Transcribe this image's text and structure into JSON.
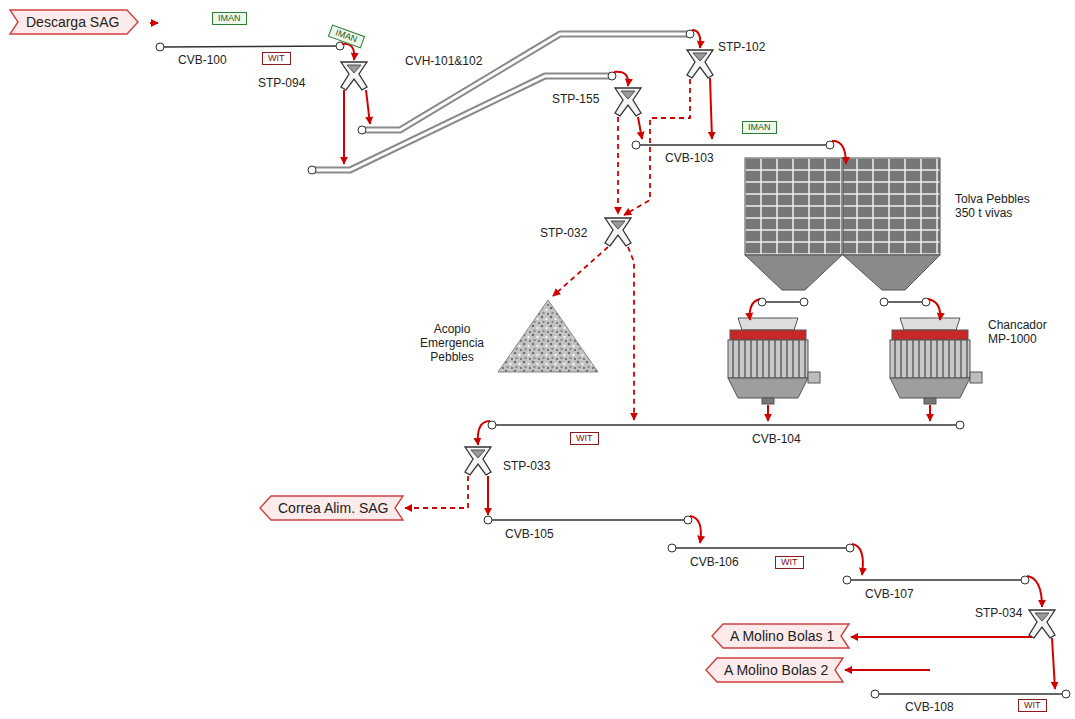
{
  "diagram": {
    "nodes": [
      {
        "text": [
          "Descarga SAG"
        ]
      },
      {
        "text": [
          "IMAN"
        ]
      },
      {
        "text": [
          "WIT"
        ]
      },
      {
        "text": [
          "IMAN"
        ]
      },
      {
        "text": [
          "IMAN"
        ]
      },
      {
        "text": [
          "WIT"
        ]
      },
      {
        "text": [
          "Correa Alim. SAG"
        ]
      },
      {
        "text": [
          "WIT"
        ]
      },
      {
        "text": [
          "A Molino Bolas 1"
        ]
      },
      {
        "text": [
          "A Molino Bolas 2"
        ]
      },
      {
        "text": [
          "WIT"
        ]
      }
    ],
    "labels": [
      "CVB-100",
      "STP-094",
      "CVH-101&102",
      "STP-102",
      "STP-155",
      "CVB-103",
      "Tolva Pebbles 350 t vivas",
      "Chancador MP-1000",
      "STP-032",
      "Acopio Emergencia Pebbles",
      "CVB-104",
      "STP-033",
      "CVB-105",
      "CVB-106",
      "CVB-107",
      "STP-034",
      "CVB-108"
    ]
  }
}
